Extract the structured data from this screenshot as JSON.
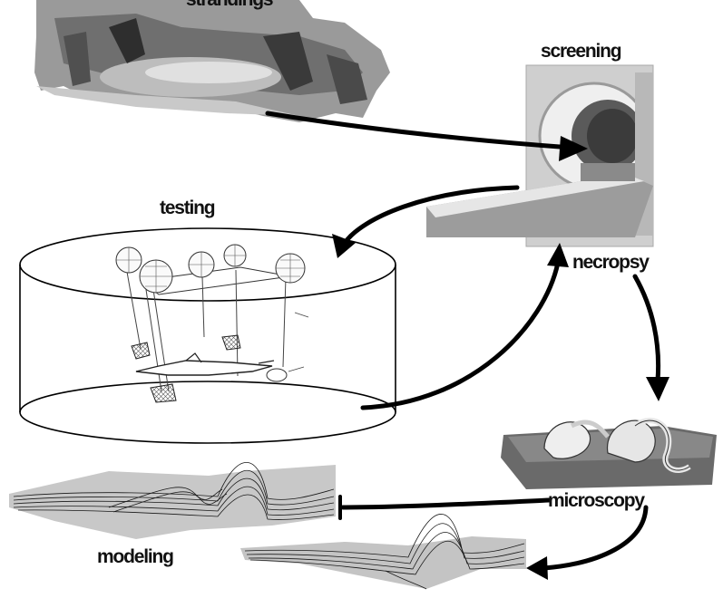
{
  "labels": {
    "strandings": "strandings",
    "screening": "screening",
    "testing": "testing",
    "necropsy": "necropsy",
    "microscopy": "microscopy",
    "modeling": "modeling"
  },
  "colors": {
    "arrow": "#000000",
    "photo_gray": "#8c8c8c",
    "photo_light": "#cfcfcf",
    "photo_dark": "#3a3a3a"
  }
}
